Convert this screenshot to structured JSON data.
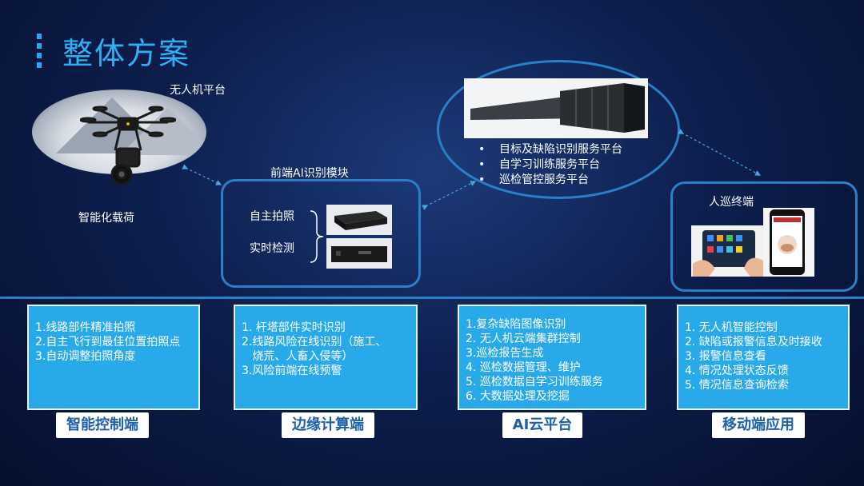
{
  "title": "整体方案",
  "drone": {
    "platform_label": "无人机平台",
    "payload_label": "智能化载荷"
  },
  "front_ai": {
    "title": "前端AI识别模块",
    "items": [
      "自主拍照",
      "实时检测"
    ]
  },
  "cloud": {
    "items": [
      "目标及缺陷识别服务平台",
      "自学习训练服务平台",
      "巡检管控服务平台"
    ]
  },
  "terminal": {
    "title": "人巡终端"
  },
  "columns": [
    {
      "tag": "智能控制端",
      "lines": [
        "1.线路部件精准拍照",
        "2.自主飞行到最佳位置拍照点",
        "3.自动调整拍照角度"
      ]
    },
    {
      "tag": "边缘计算端",
      "lines": [
        "1. 杆塔部件实时识别",
        "2.线路风险在线识别（施工、",
        "   烧荒、人畜入侵等）",
        "3.风险前端在线预警"
      ]
    },
    {
      "tag": "AI云平台",
      "lines": [
        "1.复杂缺陷图像识别",
        "2. 无人机云端集群控制",
        "3.巡检报告生成",
        "4. 巡检数据管理、维护",
        "5. 巡检数据自学习训练服务",
        "6. 大数据处理及挖掘"
      ]
    },
    {
      "tag": "移动端应用",
      "lines": [
        "1. 无人机智能控制",
        "2. 缺陷或报警信息及时接收",
        "3. 报警信息查看",
        "4. 情况处理状态反馈",
        "5. 情况信息查询检索"
      ]
    }
  ],
  "colors": {
    "accent": "#2fb0f5",
    "box_fill": "#28a9ea",
    "border": "#2a7fc8",
    "tag_text": "#1e5fa8"
  }
}
